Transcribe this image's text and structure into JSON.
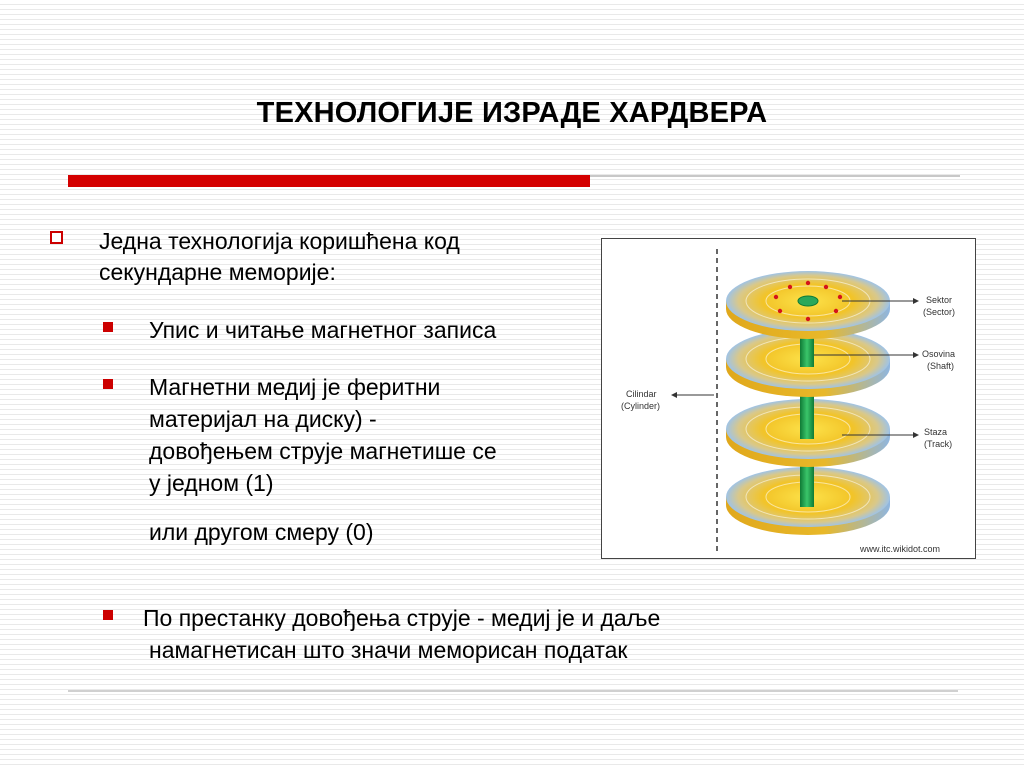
{
  "slide": {
    "title": "ТЕХНОЛОГИЈЕ ИЗРАДЕ ХАРДВЕРА",
    "main_bullet": {
      "line1": "Једна технологија коришћена код",
      "line2": "секундарне меморије:"
    },
    "sub_bullets": [
      {
        "lines": [
          "Упис и читање магнетног записа"
        ]
      },
      {
        "lines": [
          "Магнетни медиј је феритни",
          "материјал на диску) -",
          "довођењем струје магнетише се",
          "у једном (1)"
        ]
      }
    ],
    "continuation": "или другом смеру (0)",
    "last_bullet": {
      "line1": "По престанку довођења струје - медиј је и даље",
      "line2": "намагнетисан што значи меморисан податак"
    }
  },
  "figure": {
    "labels": {
      "sektor": "Sektor",
      "sector": "(Sector)",
      "osovina": "Osovina",
      "shaft": "(Shaft)",
      "staza": "Staza",
      "track": "(Track)",
      "cilindar": "Cilindar",
      "cylinder": "(Cylinder)"
    },
    "credit": "www.itc.wikidot.com"
  },
  "colors": {
    "accent_red": "#d40000",
    "platter_center": "#f5cf2a",
    "platter_edge": "#9fc3e6",
    "shaft": "#1e9a4a"
  }
}
